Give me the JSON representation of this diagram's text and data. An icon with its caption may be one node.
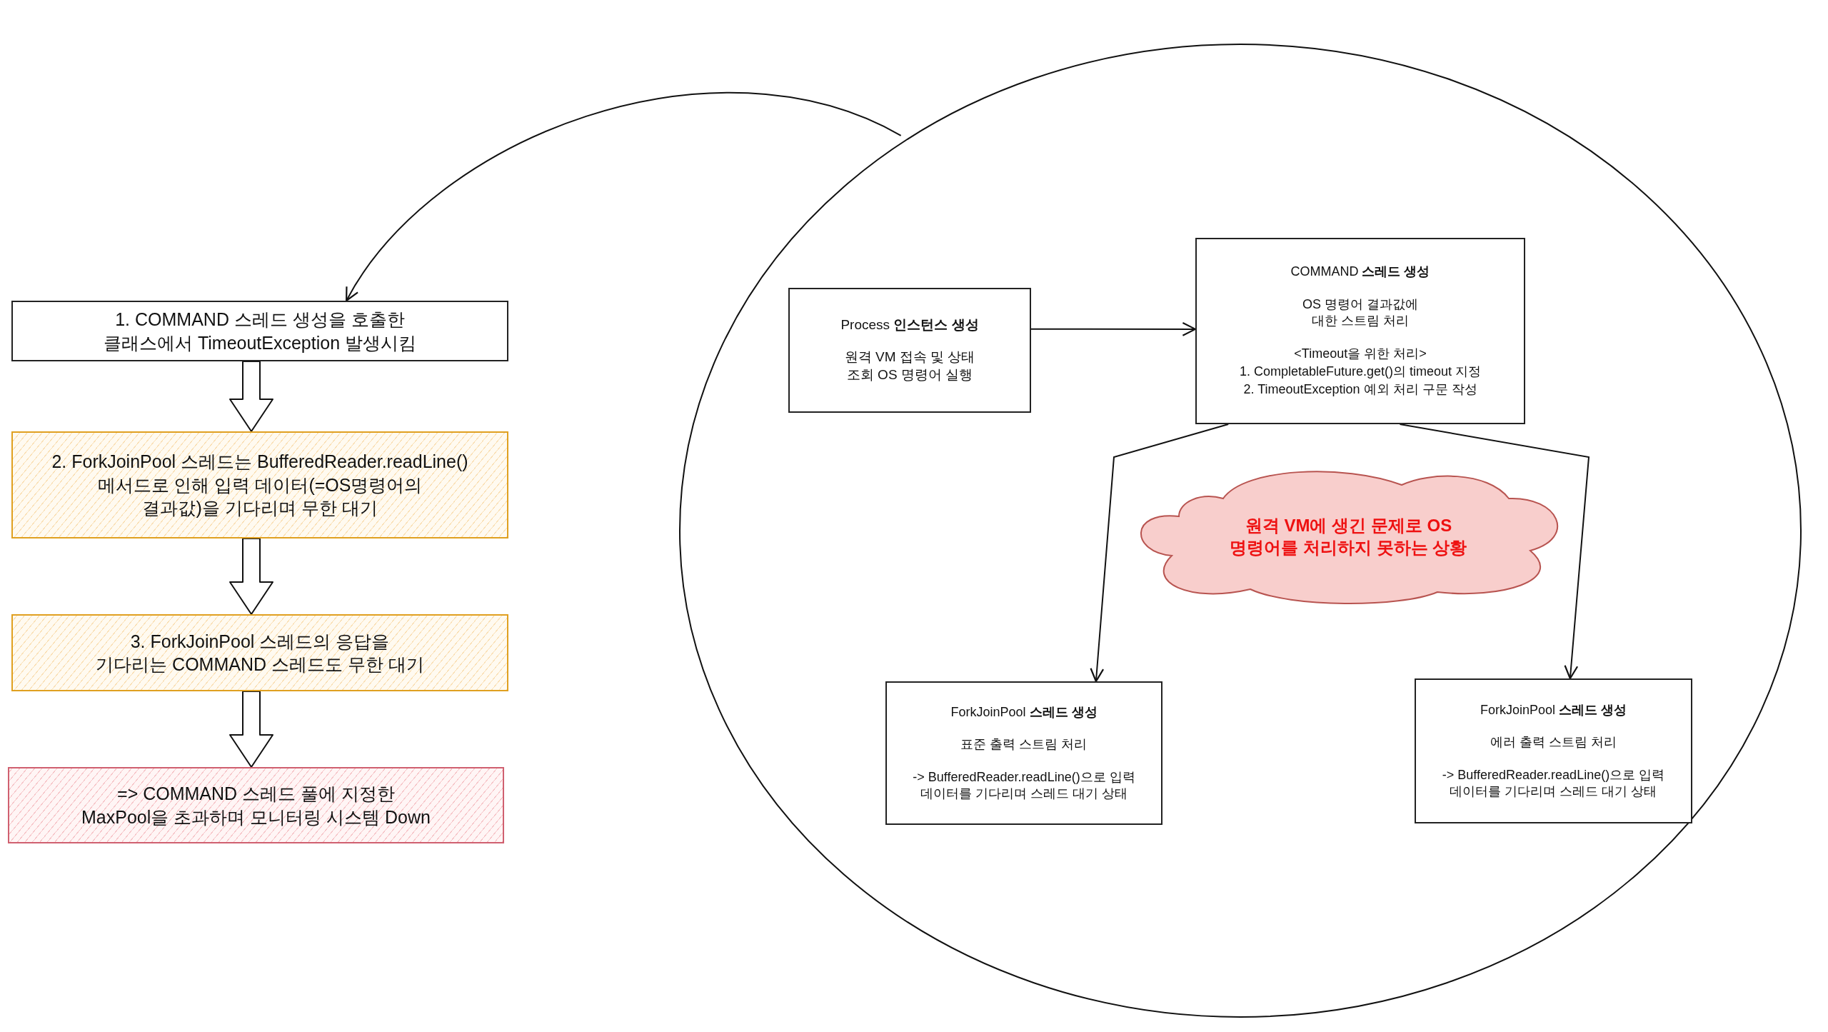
{
  "diagram": {
    "nodes": [
      {
        "text": [
          "1. COMMAND 스레드 생성을 호출한 클래스에서 TimeoutException 발생시킴"
        ]
      },
      {
        "text": [
          "2. ForkJoinPool 스레드는 BufferedReader.readLine() 메서드로 인해 입력 데이터(=OS명령어의 결과값)을 기다리며 무한 대기"
        ]
      },
      {
        "text": [
          "3. ForkJoinPool 스레드의 응답을 기다리는 COMMAND 스레드도 무한 대기"
        ]
      },
      {
        "text": [
          "=> COMMAND 스레드 풀에 지정한 MaxPool을 초과하며 모니터링 시스템 Down"
        ]
      },
      {
        "text": [],
        "shape": "circle"
      },
      {
        "text": [
          "Process **인스턴스 생성**",
          "원격 VM 접속 및 상태 조회 OS 명령어 실행"
        ],
        "in": 4
      },
      {
        "text": [
          "COMMAND **스레드 생성**",
          "OS 명령어 결과값에 대한 스트림 처리",
          "<Timeout을 위한 처리>",
          "1. CompletableFuture.get()의 timeout 지정",
          "2. TimeoutException 예외 처리 구문 작성"
        ],
        "in": 4
      },
      {
        "text": [
          "원격 VM에 생긴 문제로 OS 명령어를 처리하지 못하는 상황"
        ],
        "in": 4
      },
      {
        "text": [
          "ForkJoinPool **스레드 생성**",
          "표준 출력 스트림 처리",
          "-> BufferedReader.readLine()으로 입력 데이터를 기다리며 스레드 대기 상태"
        ],
        "in": 4
      },
      {
        "text": [
          "ForkJoinPool **스레드 생성**",
          "에러 출력 스트림 처리",
          "-> BufferedReader.readLine()으로 입력 데이터를 기다리며 스레드 대기 상태"
        ],
        "in": 4
      }
    ],
    "edges": [
      {
        "from": 0,
        "to": 1,
        "arrow": "to"
      },
      {
        "from": 1,
        "to": 2,
        "arrow": "to"
      },
      {
        "from": 2,
        "to": 3,
        "arrow": "to"
      },
      {
        "from": 4,
        "to": 0,
        "arrow": "to"
      },
      {
        "from": 5,
        "to": 6,
        "arrow": "to"
      },
      {
        "from": 6,
        "to": 8,
        "arrow": "to"
      },
      {
        "from": 6,
        "to": 9,
        "arrow": "to"
      }
    ]
  }
}
